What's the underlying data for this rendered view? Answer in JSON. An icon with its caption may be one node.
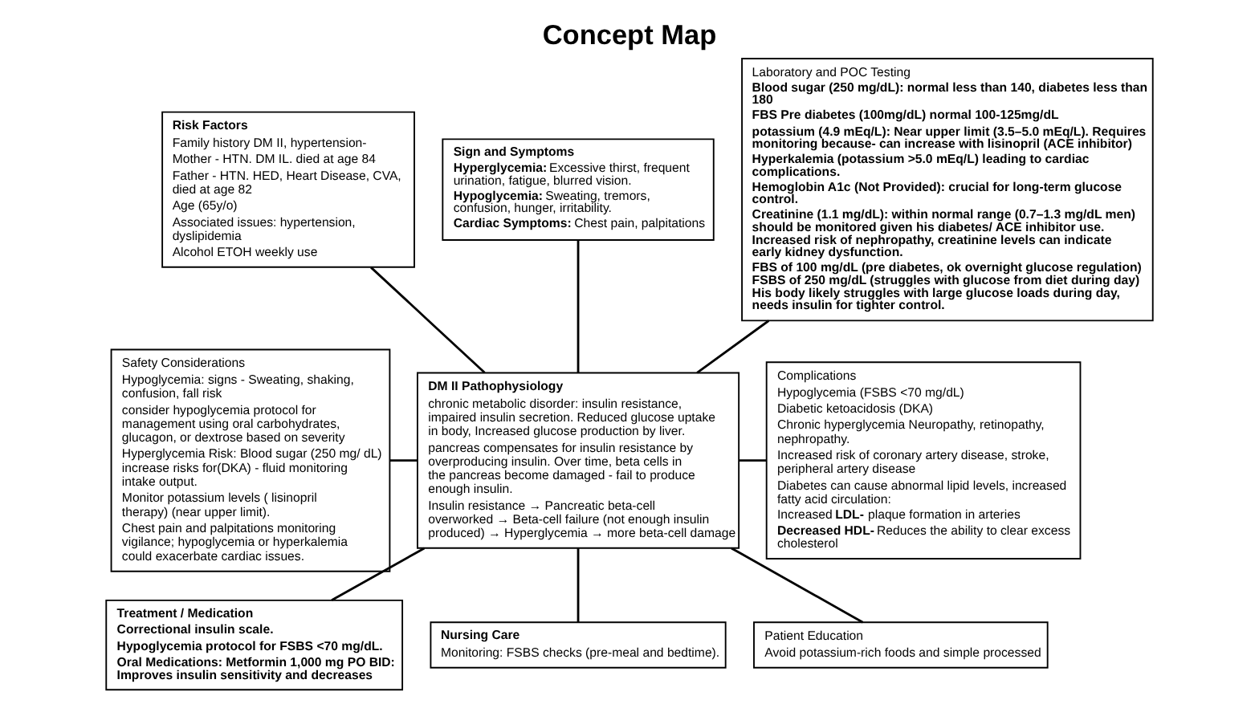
{
  "diagram": {
    "title": "Concept Map",
    "nodes": [
      {
        "text": [
          "Risk Factors",
          "Family history DM II, hypertension-",
          "Mother - HTN. DM IL. died at age 84",
          "Father - HTN. HED, Heart Disease, CVA, died at age 82",
          "Age (65y/o)",
          "Associated issues: hypertension, dyslipidemia",
          "Alcohol ETOH weekly use"
        ]
      },
      {
        "text": [
          "Sign and Symptoms",
          "**Hyperglycemia:** Excessive thirst, frequent urination, fatigue, blurred vision.",
          "**Hypoglycemia:** Sweating, tremors, confusion, hunger, irritability.",
          "**Cardiac Symptoms:** Chest pain, palpitations"
        ]
      },
      {
        "text": [
          "Laboratory and POC Testing",
          "Blood sugar (250 mg/dL): normal less than 140, diabetes less than 180",
          "FBS Pre diabetes (100mg/dL) normal 100-125mg/dL",
          "potassium (4.9 mEq/L): Near upper limit (3.5–5.0 mEq/L). Requires monitoring because- can increase with lisinopril (ACE inhibitor)",
          "Hyperkalemia (potassium >5.0 mEq/L) leading to cardiac complications.",
          "Hemoglobin A1c (Not Provided): crucial for long-term glucose control.",
          "Creatinine (1.1 mg/dL): within normal range (0.7–1.3 mg/dL men) should be monitored given his diabetes/ ACE inhibitor use. Increased risk of nephropathy, creatinine levels can indicate early kidney dysfunction.",
          "FBS of 100 mg/dL (pre diabetes, ok overnight glucose regulation) FSBS of 250 mg/dL (struggles with glucose from diet during day) His body likely struggles with large glucose loads during day, needs insulin for tighter control."
        ]
      },
      {
        "text": [
          "Safety Considerations",
          "Hypoglycemia: signs - Sweating, shaking, confusion, fall risk",
          "consider hypoglycemia protocol for management using oral carbohydrates, glucagon, or dextrose based on severity",
          "Hyperglycemia Risk: Blood sugar (250 mg/ dL) increase risks for(DKA) - fluid monitoring intake output.",
          "Monitor potassium levels ( lisinopril therapy) (near upper limit).",
          "Chest pain and palpitations monitoring vigilance; hypoglycemia or hyperkalemia could exacerbate cardiac issues."
        ]
      },
      {
        "text": [
          "DM II Pathophysiology",
          "chronic metabolic disorder: insulin resistance, impaired insulin secretion. Reduced glucose uptake in body, Increased glucose production by liver.",
          "pancreas compensates for insulin resistance by overproducing insulin. Over time, beta cells in the pancreas become damaged - fail to produce enough insulin.",
          "Insulin resistance → Pancreatic beta-cell overworked → Beta-cell failure (not enough insulin produced) → Hyperglycemia → more beta-cell damage"
        ]
      },
      {
        "text": [
          "Complications",
          "Hypoglycemia (FSBS <70 mg/dL)",
          "Diabetic ketoacidosis (DKA)",
          "Chronic hyperglycemia Neuropathy, retinopathy, nephropathy.",
          "Increased risk of coronary artery disease, stroke, peripheral artery disease",
          "Diabetes can cause abnormal lipid levels, increased fatty acid circulation:",
          "Increased **LDL-** plaque formation in arteries",
          "**Decreased HDL-** Reduces the ability to clear excess cholesterol"
        ]
      },
      {
        "text": [
          "Treatment / Medication",
          "Correctional insulin scale.",
          "Hypoglycemia protocol for FSBS <70 mg/dL.",
          "Oral Medications: Metformin 1,000 mg PO BID: Improves insulin sensitivity and decreases"
        ]
      },
      {
        "text": [
          "Nursing Care",
          "Monitoring: FSBS checks (pre-meal and bedtime)."
        ]
      },
      {
        "text": [
          "Patient Education",
          "Avoid potassium-rich foods and simple processed"
        ]
      }
    ],
    "edges": [
      {
        "from": 0,
        "to": 4,
        "arrow": "none"
      },
      {
        "from": 1,
        "to": 4,
        "arrow": "none"
      },
      {
        "from": 2,
        "to": 4,
        "arrow": "none"
      },
      {
        "from": 3,
        "to": 4,
        "arrow": "none"
      },
      {
        "from": 4,
        "to": 5,
        "arrow": "none"
      },
      {
        "from": 4,
        "to": 6,
        "arrow": "none"
      },
      {
        "from": 4,
        "to": 7,
        "arrow": "none"
      },
      {
        "from": 4,
        "to": 8,
        "arrow": "none"
      }
    ]
  }
}
